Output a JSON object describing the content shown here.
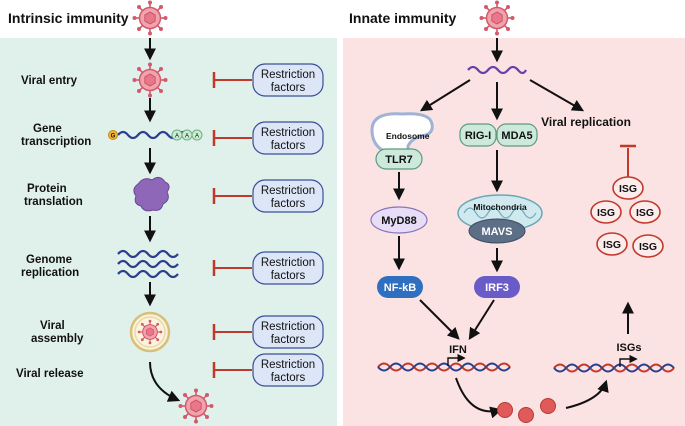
{
  "left_panel": {
    "title": "Intrinsic immunity",
    "steps": [
      {
        "label_lines": [
          "Viral entry"
        ]
      },
      {
        "label_lines": [
          "Gene",
          "transcription"
        ]
      },
      {
        "label_lines": [
          "Protein",
          "translation"
        ]
      },
      {
        "label_lines": [
          "Genome",
          "replication"
        ]
      },
      {
        "label_lines": [
          "Viral",
          "assembly"
        ]
      },
      {
        "label_lines": [
          "Viral release"
        ]
      }
    ],
    "restriction_lines": [
      "Restriction",
      "factors"
    ],
    "rna_cap_letter": "G",
    "polya_letters": [
      "A",
      "A",
      "A"
    ]
  },
  "right_panel": {
    "title": "Innate immunity",
    "endosome": "Endosome",
    "tlr7": "TLR7",
    "rig1": "RIG-I",
    "mda5": "MDA5",
    "mitochondria": "Mitochondria",
    "mavs": "MAVS",
    "myd88": "MyD88",
    "nfkb": "NF-kB",
    "irf3": "IRF3",
    "ifn": "IFN",
    "isgs": "ISGs",
    "isg": "ISG",
    "viral_replication": "Viral replication"
  },
  "colors": {
    "left_bg": "#e0f0ea",
    "right_bg": "#fbe3e3",
    "virus": "#e06a78",
    "inhibit": "#c0392b",
    "box_fill": "#dde6f7",
    "box_stroke": "#3b4f9a",
    "nfkb": "#2f6fbf",
    "irf3": "#6a5cc8",
    "isg_stroke": "#c0392b",
    "rig_fill": "#cde9dc"
  }
}
